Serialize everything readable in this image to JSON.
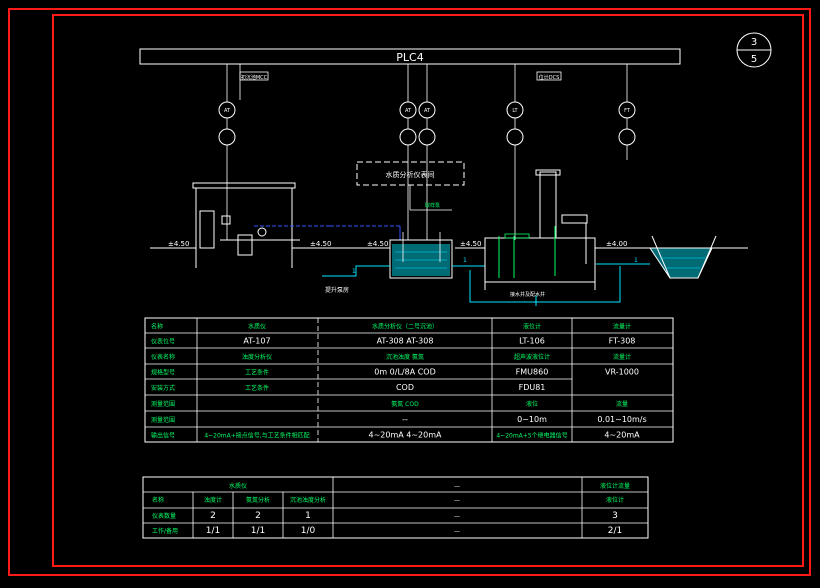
{
  "colors": {
    "background": "#000000",
    "frame": "#ff1a1a",
    "line": "#ffffff",
    "text": "#00ff66",
    "pipe": "#00e5ff",
    "blue_line": "#3355ff",
    "water": "#00bcd4",
    "table_grid": "#ffffff",
    "tank_wall": "#ffffff"
  },
  "sheet_badge": {
    "top": "3",
    "bottom": "5"
  },
  "bus": {
    "title": "PLC4",
    "left_tag": "初沉池MCC",
    "right_tag": "位计DCS"
  },
  "instrument_tags": [
    "AT",
    "AT",
    "AT",
    "LT",
    "FT"
  ],
  "process": {
    "analyzer_box": "水质分析仪表间",
    "sampling_label": "取样泵",
    "pump_label": "提升泵房",
    "well_label": "接水井及配水井",
    "level_left": "±4.50",
    "level_2": "±4.50",
    "level_3": "±4.50",
    "level_4": "±4.50",
    "level_right": "±4.00",
    "flow_marker_1": "1",
    "flow_marker_2": "1",
    "flow_marker_3": "1"
  },
  "main_table": {
    "rows": [
      {
        "label": "名称",
        "c1": "水质仪",
        "c2": "水质分析仪（二号沉池）",
        "c3": "液位计",
        "c4": "流量计"
      },
      {
        "label": "仪表位号",
        "c1": "AT-107",
        "c2": "AT-308  AT-308",
        "c3": "LT-106",
        "c4": "FT-308"
      },
      {
        "label": "仪表名称",
        "c1": "浊度分析仪",
        "c2": "沉池浊度  氨氮",
        "c3": "超声波液位计",
        "c4": "流量计"
      },
      {
        "label": "规格型号",
        "c1": "工艺条件",
        "c2": "0m 0/L/8A    COD",
        "c3": "FMU860",
        "c4": "VR-1000"
      },
      {
        "label": "安装方式",
        "c1": "工艺条件",
        "c2": "COD",
        "c3": "FDU81",
        "c4": ""
      },
      {
        "label": "测量范围",
        "c1": "",
        "c2": "氨氮    COD",
        "c3": "液位",
        "c4": "流量"
      },
      {
        "label": "测量范围",
        "c1": "",
        "c2": "--",
        "c3": "0~10m",
        "c4": "0.01~10m/s"
      },
      {
        "label": "输出信号",
        "c1": "4~20mA+接点信号,与工艺条件相匹配",
        "c2": "4~20mA    4~20mA",
        "c3": "4~20mA+5个继电器信号",
        "c4": "4~20mA"
      }
    ]
  },
  "bottom_table": {
    "header": {
      "c1": "水质仪",
      "c2": "—",
      "c3": "液位计流量"
    },
    "subheader": {
      "label": "名称",
      "a": "浊度计",
      "b": "氨氮分析",
      "c": "沉池浊度分析",
      "mid": "—",
      "right": "液位计"
    },
    "rows": [
      {
        "label": "仪表数量",
        "a": "2",
        "b": "2",
        "c": "1",
        "mid": "—",
        "right": "3"
      },
      {
        "label": "工作/备用",
        "a": "1/1",
        "b": "1/1",
        "c": "1/0",
        "mid": "—",
        "right": "2/1"
      }
    ]
  }
}
